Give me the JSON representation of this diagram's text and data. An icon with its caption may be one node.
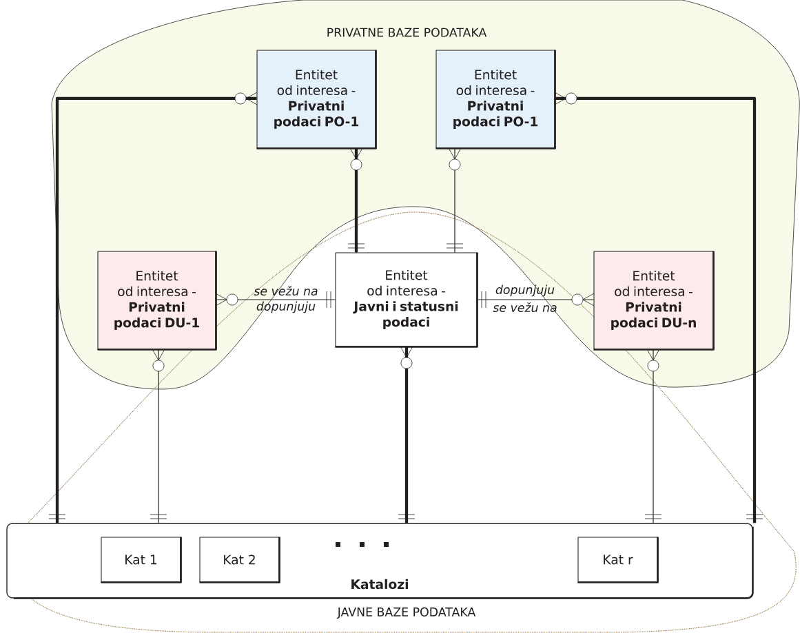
{
  "diagram": {
    "nodes": [
      {
        "text": [
          "PRIVATNE BAZE PODATAKA"
        ]
      },
      {
        "text": [
          "JAVNE BAZE PODATAKA"
        ]
      },
      {
        "text": [
          "Entitet od interesa -",
          "Privatni podaci PO-1"
        ],
        "in": 0
      },
      {
        "text": [
          "Entitet od interesa -",
          "Privatni podaci PO-1"
        ],
        "in": 0
      },
      {
        "text": [
          "Entitet od interesa -",
          "Privatni podaci DU-1"
        ],
        "in": 0
      },
      {
        "text": [
          "Entitet od interesa -",
          "Javni i statusni podaci"
        ],
        "in": 1
      },
      {
        "text": [
          "Entitet od interesa -",
          "Privatni podaci DU-n"
        ],
        "in": 0
      },
      {
        "text": [
          "Katalozi"
        ],
        "in": 1
      },
      {
        "text": [
          "Kat 1"
        ],
        "in": 7
      },
      {
        "text": [
          "Kat 2"
        ],
        "in": 7
      },
      {
        "text": [
          "Kat r"
        ],
        "in": 7
      }
    ],
    "edges": [
      {
        "from": 2,
        "to": 7,
        "arrow": "other",
        "style": "thick"
      },
      {
        "from": 2,
        "to": 5,
        "arrow": "other",
        "style": "thick"
      },
      {
        "from": 3,
        "to": 5,
        "arrow": "other"
      },
      {
        "from": 3,
        "to": 7,
        "arrow": "other",
        "style": "thick"
      },
      {
        "from": 4,
        "to": 5,
        "arrow": "other",
        "label": "se vežu na"
      },
      {
        "from": 6,
        "to": 5,
        "arrow": "other",
        "label": "dopunjuju"
      },
      {
        "from": 4,
        "to": 7,
        "arrow": "other"
      },
      {
        "from": 5,
        "to": 7,
        "arrow": "other",
        "style": "thick"
      },
      {
        "from": 6,
        "to": 7,
        "arrow": "other"
      }
    ],
    "labels": [
      "dopunjuju",
      "se vežu na"
    ]
  }
}
